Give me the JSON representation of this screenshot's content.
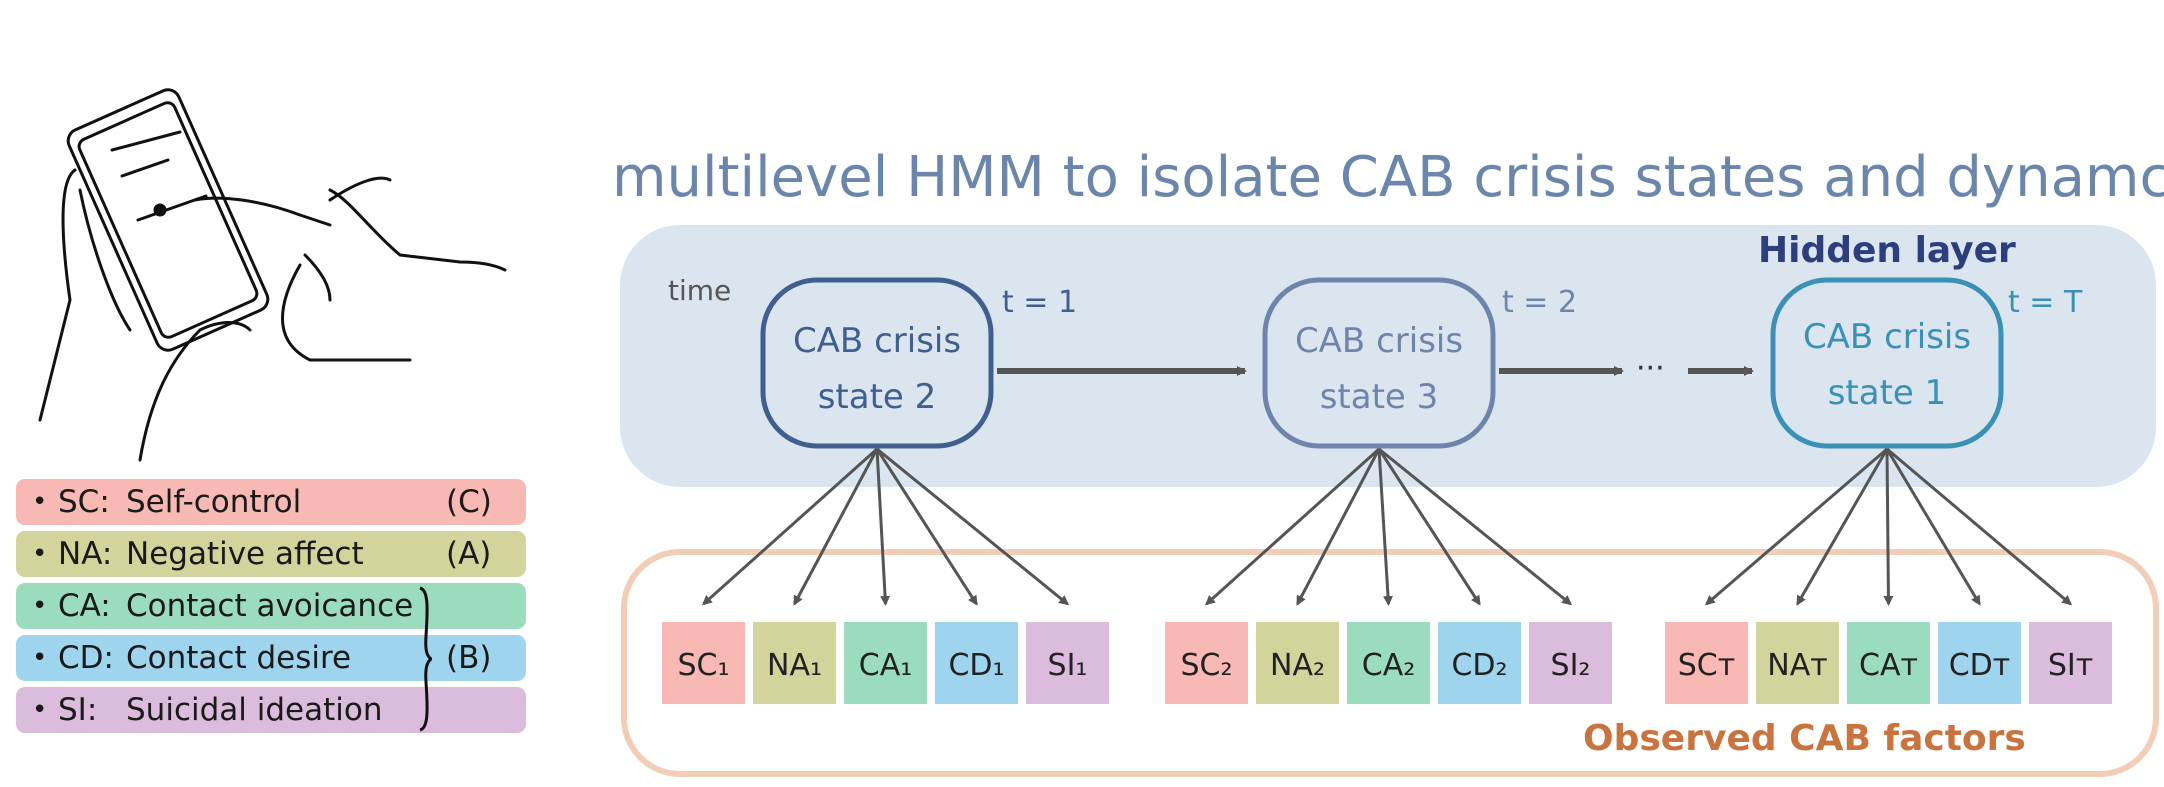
{
  "title": "multilevel HMM to isolate CAB crisis states and dynamcis",
  "hidden_layer": {
    "label": "Hidden layer",
    "time_label": "time",
    "states": [
      {
        "line1": "CAB crisis",
        "line2": "state 2",
        "time": "t = 1",
        "color": "#3f5f8f"
      },
      {
        "line1": "CAB crisis",
        "line2": "state 3",
        "time": "t = 2",
        "color": "#6d85aa"
      },
      {
        "line1": "CAB crisis",
        "line2": "state 1",
        "time": "t = T",
        "color": "#3a90b5"
      }
    ],
    "ellipsis": "···",
    "background": "#dbe5ef"
  },
  "observed": {
    "label": "Observed CAB factors",
    "border_color": "#f2cdb8",
    "groups": [
      [
        "SC₁",
        "NA₁",
        "CA₁",
        "CD₁",
        "SI₁"
      ],
      [
        "SC₂",
        "NA₂",
        "CA₂",
        "CD₂",
        "SI₂"
      ],
      [
        "SCᴛ",
        "NAᴛ",
        "CAᴛ",
        "CDᴛ",
        "SIᴛ"
      ]
    ]
  },
  "factor_colors": [
    "#f8b8b4",
    "#d3d39c",
    "#9cdcbe",
    "#9fd4ee",
    "#dcbcdc"
  ],
  "legend": [
    {
      "code": "SC:",
      "text": "Self-control",
      "group": "(C)",
      "color": "#f8b8b4"
    },
    {
      "code": "NA:",
      "text": "Negative affect",
      "group": "(A)",
      "color": "#d3d39c"
    },
    {
      "code": "CA:",
      "text": "Contact avoicance",
      "group": "",
      "color": "#9cdcbe"
    },
    {
      "code": "CD:",
      "text": "Contact desire",
      "group": "(B)",
      "color": "#9fd4ee"
    },
    {
      "code": "SI:",
      "text": "Suicidal ideation",
      "group": "",
      "color": "#dcbcdc"
    }
  ],
  "icons": {
    "illustration": "hands-holding-smartphone-icon"
  }
}
